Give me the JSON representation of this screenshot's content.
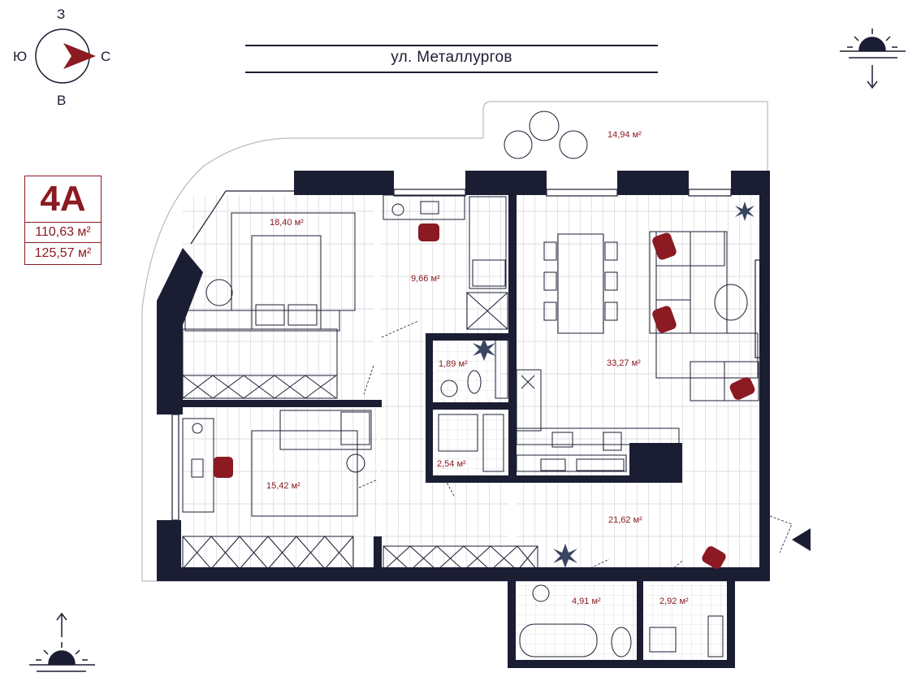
{
  "compass": {
    "north": "З",
    "south": "В",
    "west": "Ю",
    "east": "С"
  },
  "street": "ул. Металлургов",
  "unit": {
    "code": "4А",
    "living_area": "110,63 м²",
    "total_area": "125,57 м²"
  },
  "rooms": {
    "balcony": "14,94 м²",
    "bedroom_1": "18,40 м²",
    "room_9": "9,66 м²",
    "living": "33,27 м²",
    "wc_small": "1,89 м²",
    "laundry": "2,54 м²",
    "bedroom_2": "15,42 м²",
    "hall": "21,62 м²",
    "bath": "4,91 м²",
    "wc_2": "2,92 м²"
  },
  "colors": {
    "wall": "#1b1d33",
    "accent": "#8b1a22",
    "floor_line": "#c9c9cf"
  },
  "icons": [
    "compass-arrow-icon",
    "sunrise-icon",
    "sunset-icon",
    "entrance-arrow-icon"
  ]
}
